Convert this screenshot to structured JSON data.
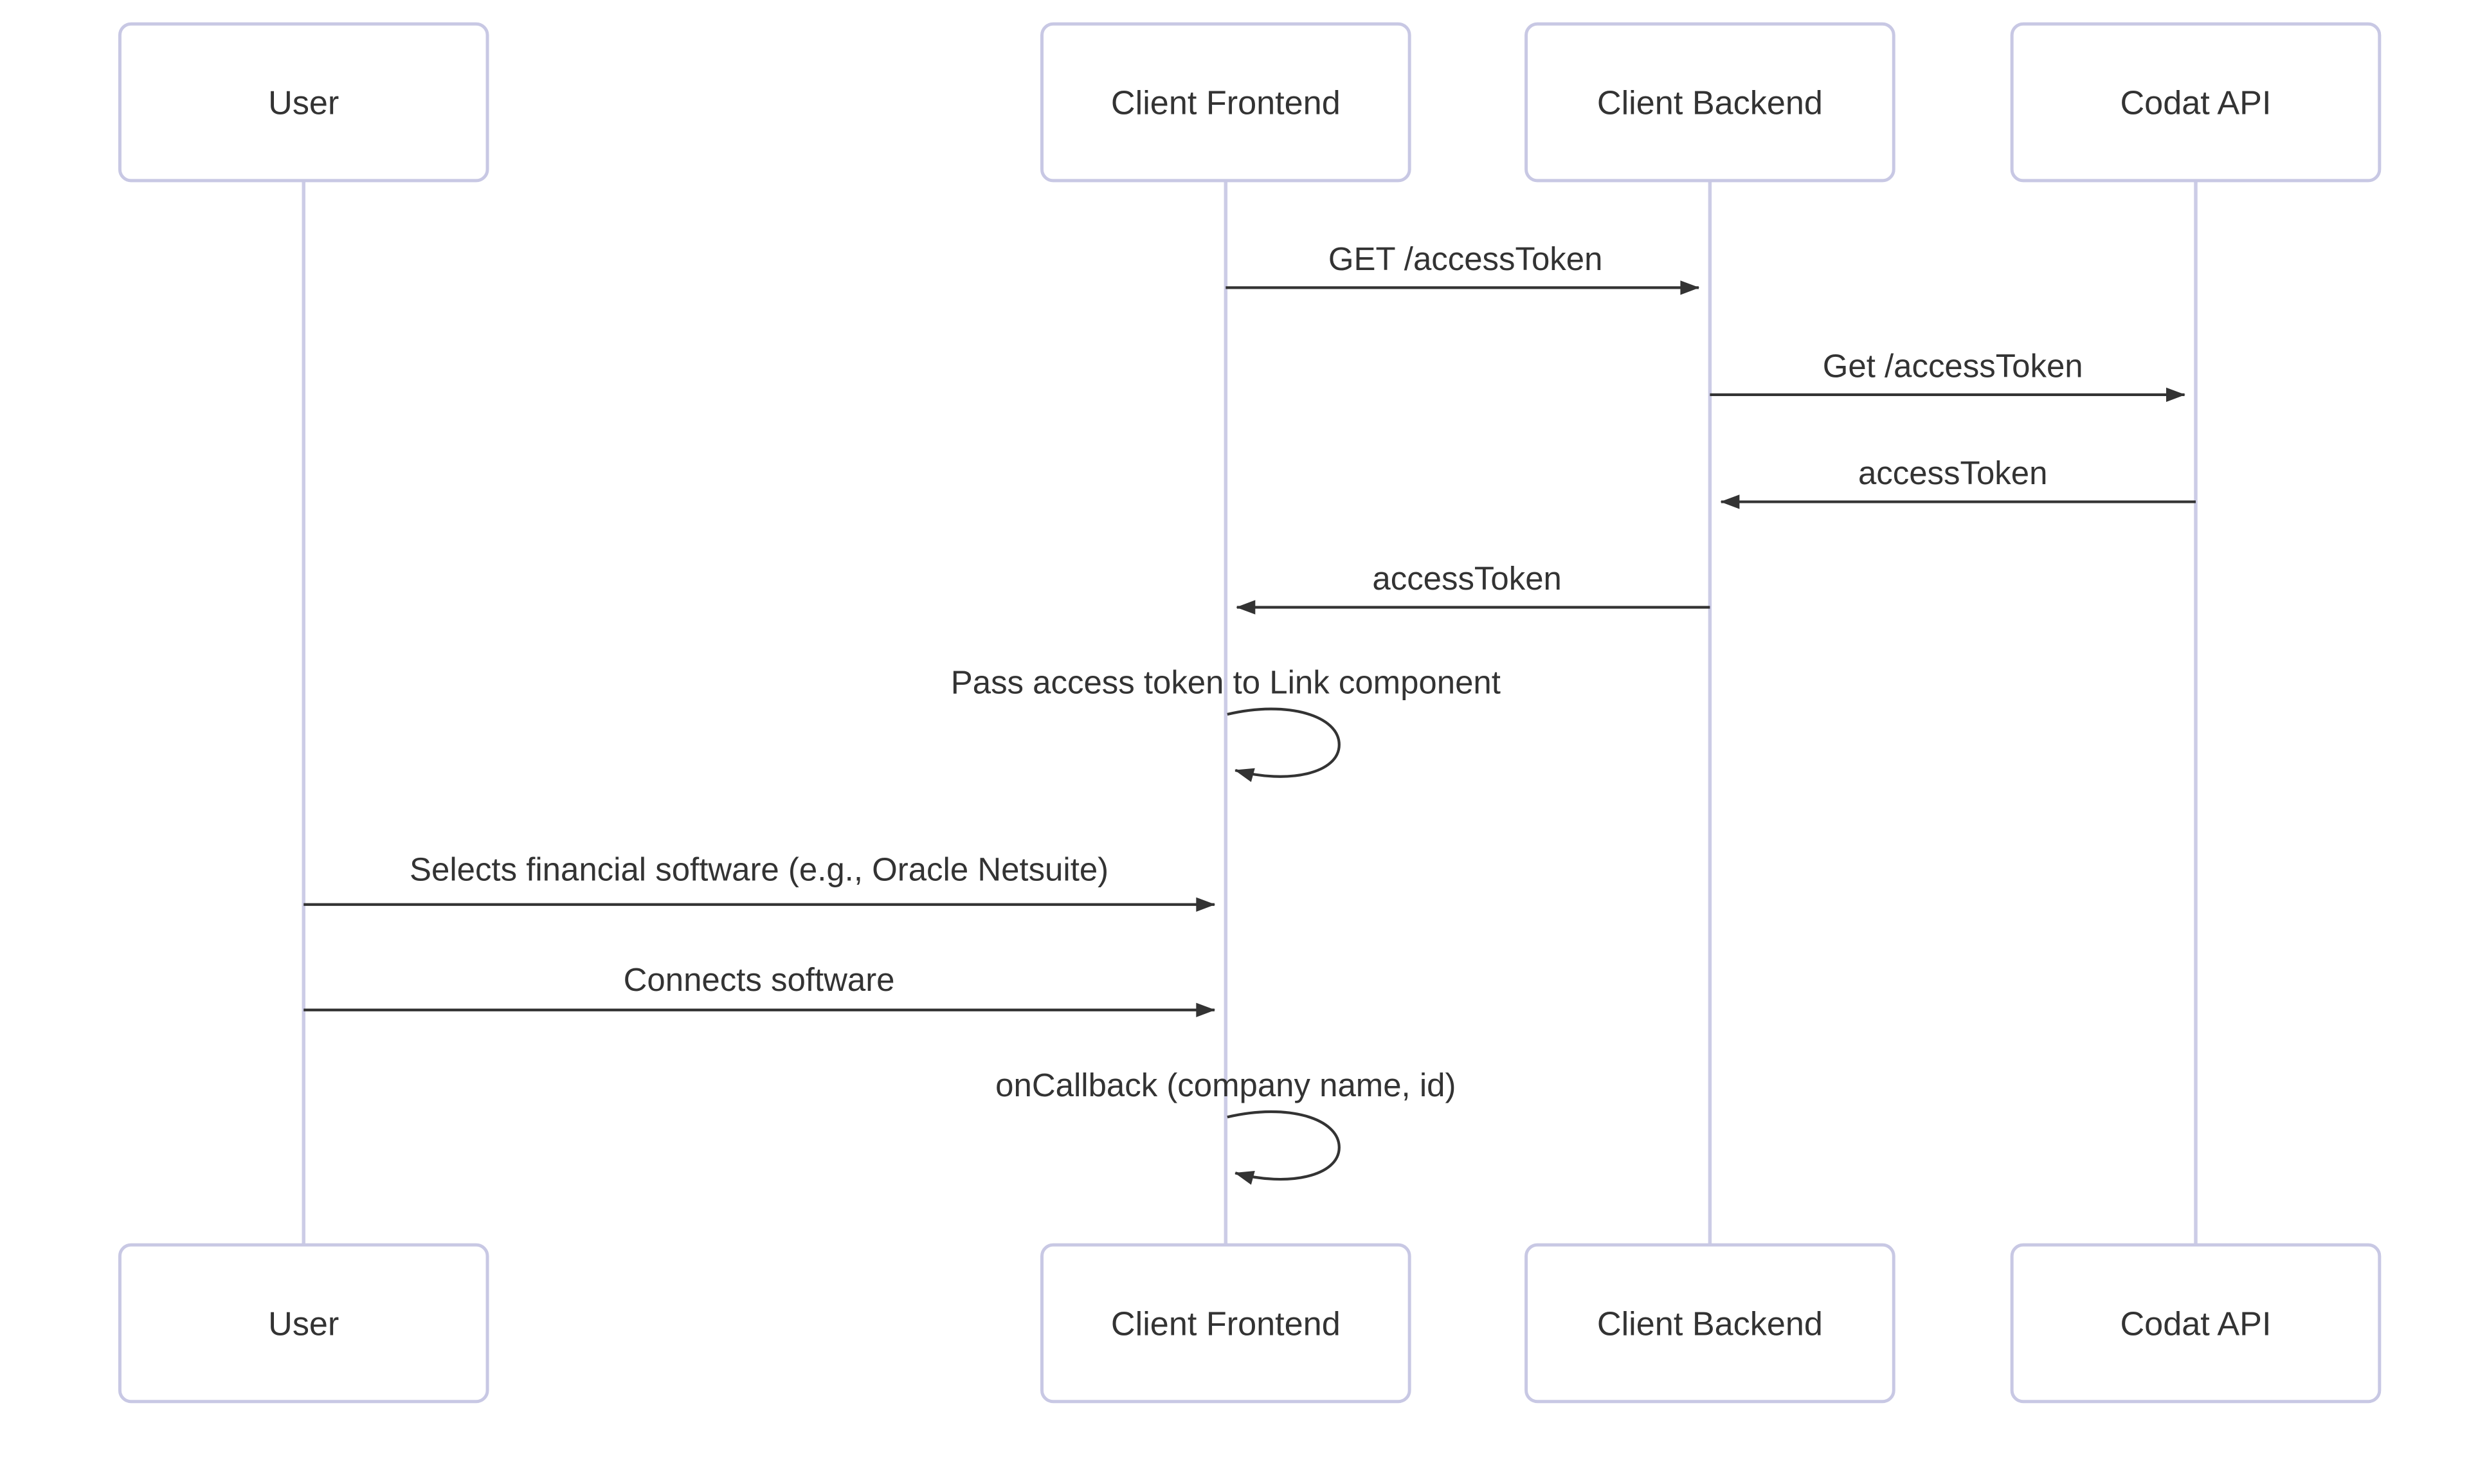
{
  "diagram": {
    "type": "sequence-diagram",
    "background": "#FFFFFF",
    "colors": {
      "actor_fill": "#FFFFFF",
      "actor_border": "#C8C8E4",
      "lifeline": "#CCCCE6",
      "arrow": "#333333",
      "text": "#333333"
    },
    "actors": [
      {
        "id": "user",
        "label": "User"
      },
      {
        "id": "client-frontend",
        "label": "Client Frontend"
      },
      {
        "id": "client-backend",
        "label": "Client Backend"
      },
      {
        "id": "codat-api",
        "label": "Codat API"
      }
    ],
    "messages": [
      {
        "from": "Client Frontend",
        "to": "Client Backend",
        "label": "GET /accessToken",
        "style": "solid-arrow"
      },
      {
        "from": "Client Backend",
        "to": "Codat API",
        "label": "Get /accessToken",
        "style": "solid-arrow"
      },
      {
        "from": "Codat API",
        "to": "Client Backend",
        "label": "accessToken",
        "style": "solid-arrow"
      },
      {
        "from": "Client Backend",
        "to": "Client Frontend",
        "label": "accessToken",
        "style": "solid-arrow"
      },
      {
        "from": "Client Frontend",
        "to": "Client Frontend",
        "label": "Pass access token to Link component",
        "style": "self-loop"
      },
      {
        "from": "User",
        "to": "Client Frontend",
        "label": "Selects financial software (e.g., Oracle Netsuite)",
        "style": "solid-arrow"
      },
      {
        "from": "User",
        "to": "Client Frontend",
        "label": "Connects software",
        "style": "solid-arrow"
      },
      {
        "from": "Client Frontend",
        "to": "Client Frontend",
        "label": "onCallback (company name, id)",
        "style": "self-loop"
      }
    ]
  }
}
